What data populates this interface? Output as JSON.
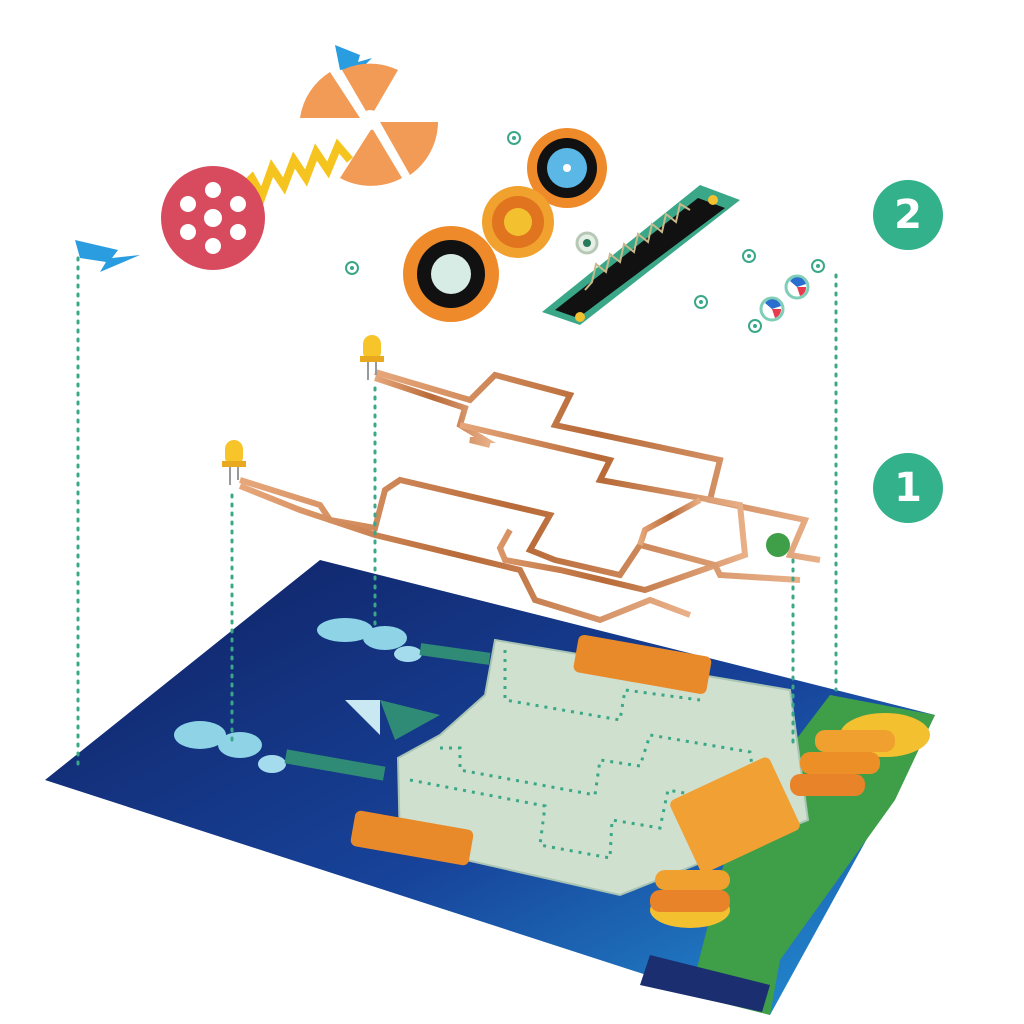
{
  "steps": [
    {
      "number": "2",
      "layer": "stickers"
    },
    {
      "number": "1",
      "layer": "copper-tape-circuit"
    }
  ],
  "colors": {
    "badge": "#32b18a",
    "guide_dots": "#3aa888",
    "copper": "#c98552",
    "board_dark": "#14246a",
    "board_light": "#1f7bc4",
    "circuit_panel": "#cfe0cf",
    "led": "#f7c52a"
  },
  "icons": [
    "lightning-bolt-icon",
    "radiation-symbol-icon",
    "zigzag-spring-icon",
    "wheel-icon",
    "led-icon",
    "resistor-icon",
    "gear-icon",
    "lamp-icon"
  ]
}
